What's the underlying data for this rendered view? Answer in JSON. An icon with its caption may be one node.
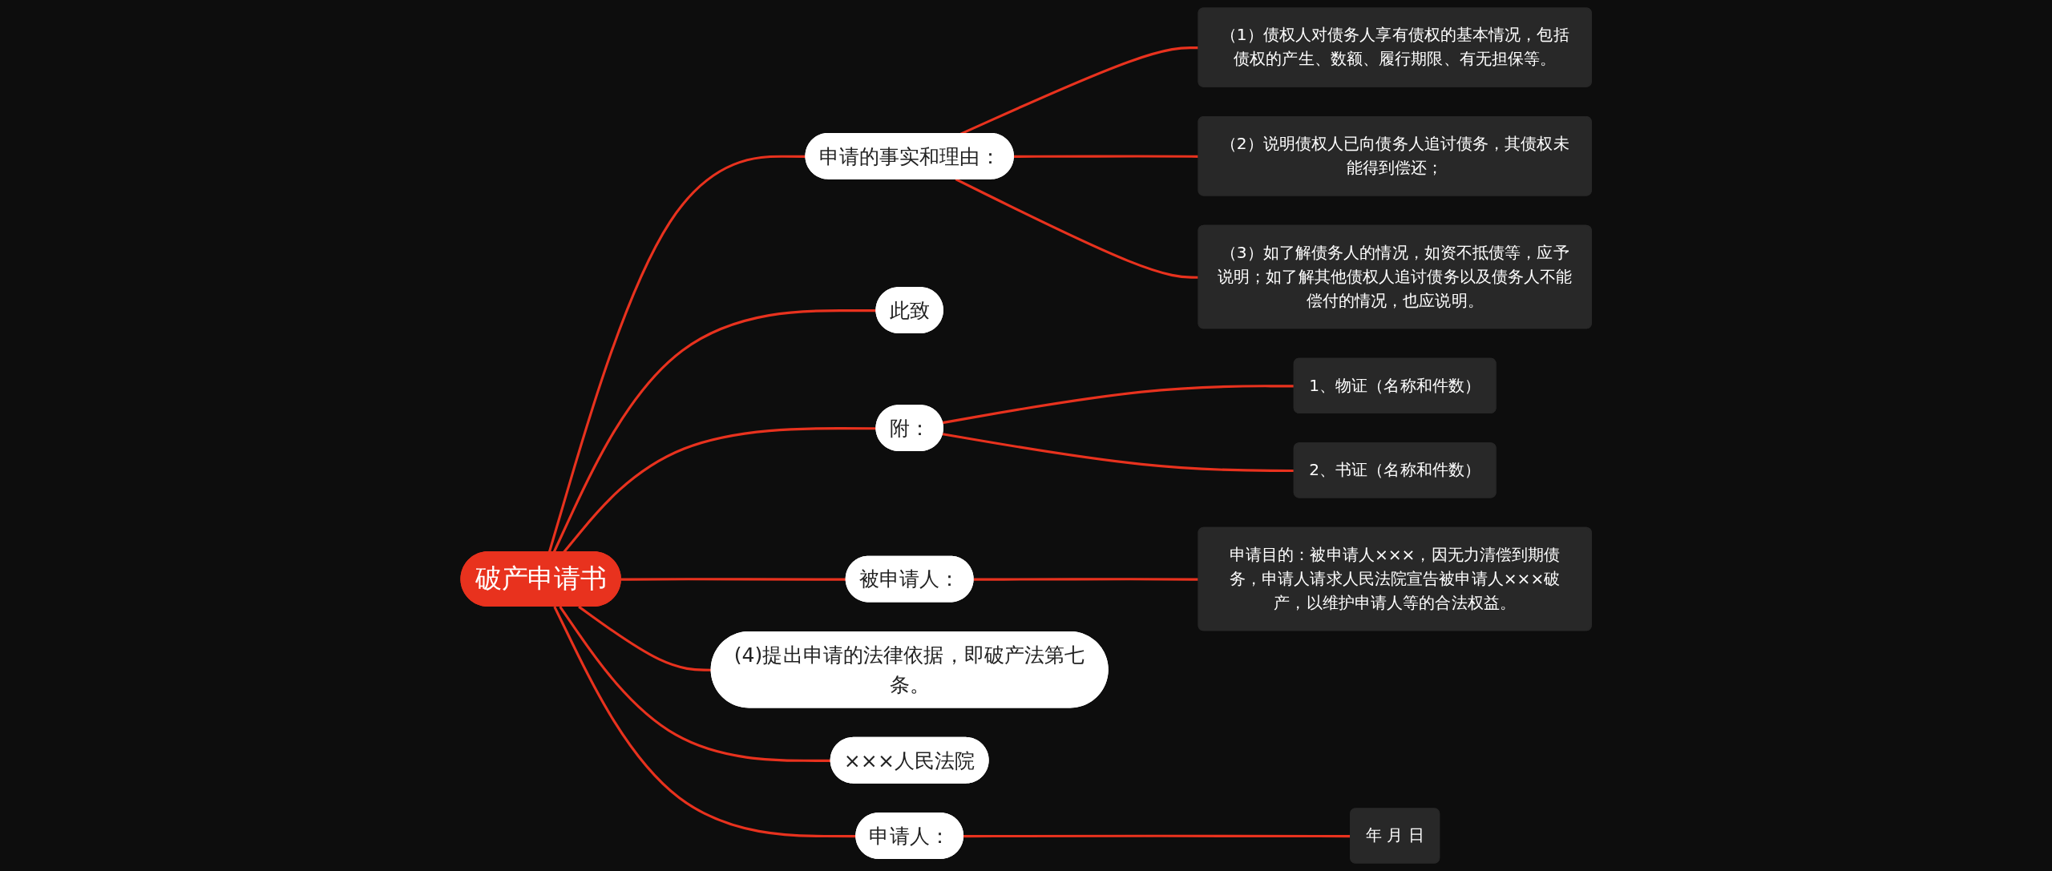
{
  "diagram": {
    "nodes": [
      {
        "text": [
          "破产申请书"
        ]
      },
      {
        "text": [
          "申请的事实和理由："
        ]
      },
      {
        "text": [
          "（1）债权人对债务人享有债权的基本情况，包括债权的产生、数额、履行期限、有无担保等。"
        ]
      },
      {
        "text": [
          "（2）说明债权人已向债务人追讨债务，其债权未能得到偿还；"
        ]
      },
      {
        "text": [
          "（3）如了解债务人的情况，如资不抵债等，应予说明；如了解其他债权人追讨债务以及债务人不能偿付的情况，也应说明。"
        ]
      },
      {
        "text": [
          "此致"
        ]
      },
      {
        "text": [
          "附："
        ]
      },
      {
        "text": [
          "1、物证（名称和件数）"
        ]
      },
      {
        "text": [
          "2、书证（名称和件数）"
        ]
      },
      {
        "text": [
          "被申请人："
        ]
      },
      {
        "text": [
          "申请目的：被申请人×××，因无力清偿到期债务，申请人请求人民法院宣告被申请人×××破产，以维护申请人等的合法权益。"
        ]
      },
      {
        "text": [
          "(4)提出申请的法律依据，即破产法第七条。"
        ]
      },
      {
        "text": [
          "×××人民法院"
        ]
      },
      {
        "text": [
          "申请人："
        ]
      },
      {
        "text": [
          "年 月 日"
        ]
      }
    ],
    "edges": [
      {
        "from": 0,
        "to": 1,
        "arrow": "none"
      },
      {
        "from": 1,
        "to": 2,
        "arrow": "none"
      },
      {
        "from": 1,
        "to": 3,
        "arrow": "none"
      },
      {
        "from": 1,
        "to": 4,
        "arrow": "none"
      },
      {
        "from": 0,
        "to": 5,
        "arrow": "none"
      },
      {
        "from": 0,
        "to": 6,
        "arrow": "none"
      },
      {
        "from": 6,
        "to": 7,
        "arrow": "none"
      },
      {
        "from": 6,
        "to": 8,
        "arrow": "none"
      },
      {
        "from": 0,
        "to": 9,
        "arrow": "none"
      },
      {
        "from": 9,
        "to": 10,
        "arrow": "none"
      },
      {
        "from": 0,
        "to": 11,
        "arrow": "none"
      },
      {
        "from": 0,
        "to": 12,
        "arrow": "none"
      },
      {
        "from": 0,
        "to": 13,
        "arrow": "none"
      },
      {
        "from": 13,
        "to": 14,
        "arrow": "none"
      }
    ]
  }
}
